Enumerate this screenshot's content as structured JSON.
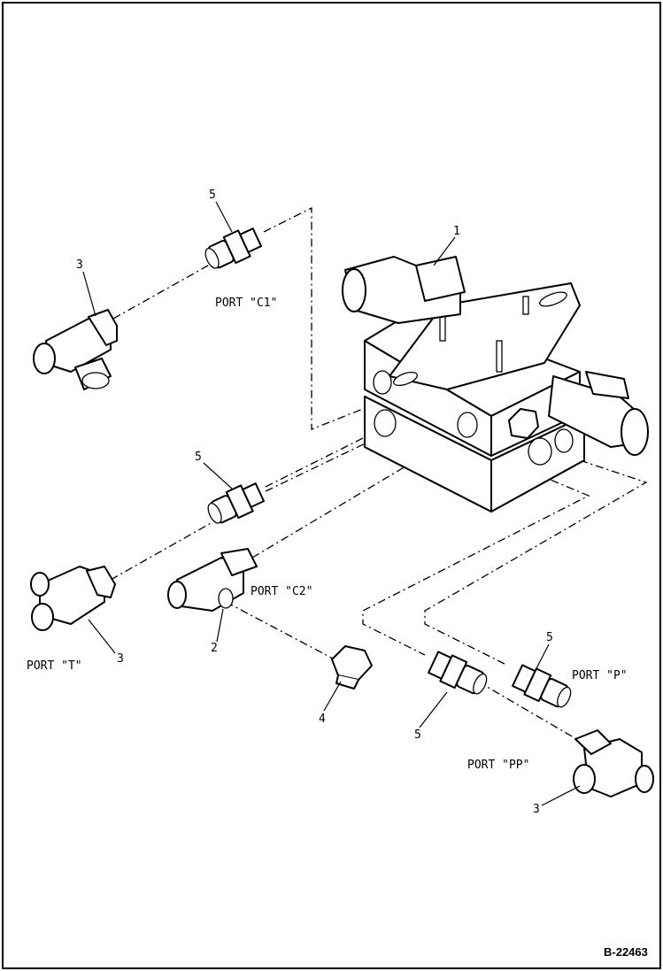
{
  "callouts": {
    "item1": "1",
    "item2": "2",
    "item3_c1": "3",
    "item3_t": "3",
    "item3_pp": "3",
    "item4": "4",
    "item5_c1": "5",
    "item5_c2": "5",
    "item5_pp": "5",
    "item5_p": "5"
  },
  "ports": {
    "c1": "PORT \"C1\"",
    "c2": "PORT \"C2\"",
    "t": "PORT \"T\"",
    "p": "PORT \"P\"",
    "pp": "PORT \"PP\""
  },
  "drawing_number": "B-22463",
  "icons": [
    "hydraulic-valve-block",
    "tee-fitting",
    "straight-connector",
    "elbow-fitting",
    "hex-cap"
  ]
}
